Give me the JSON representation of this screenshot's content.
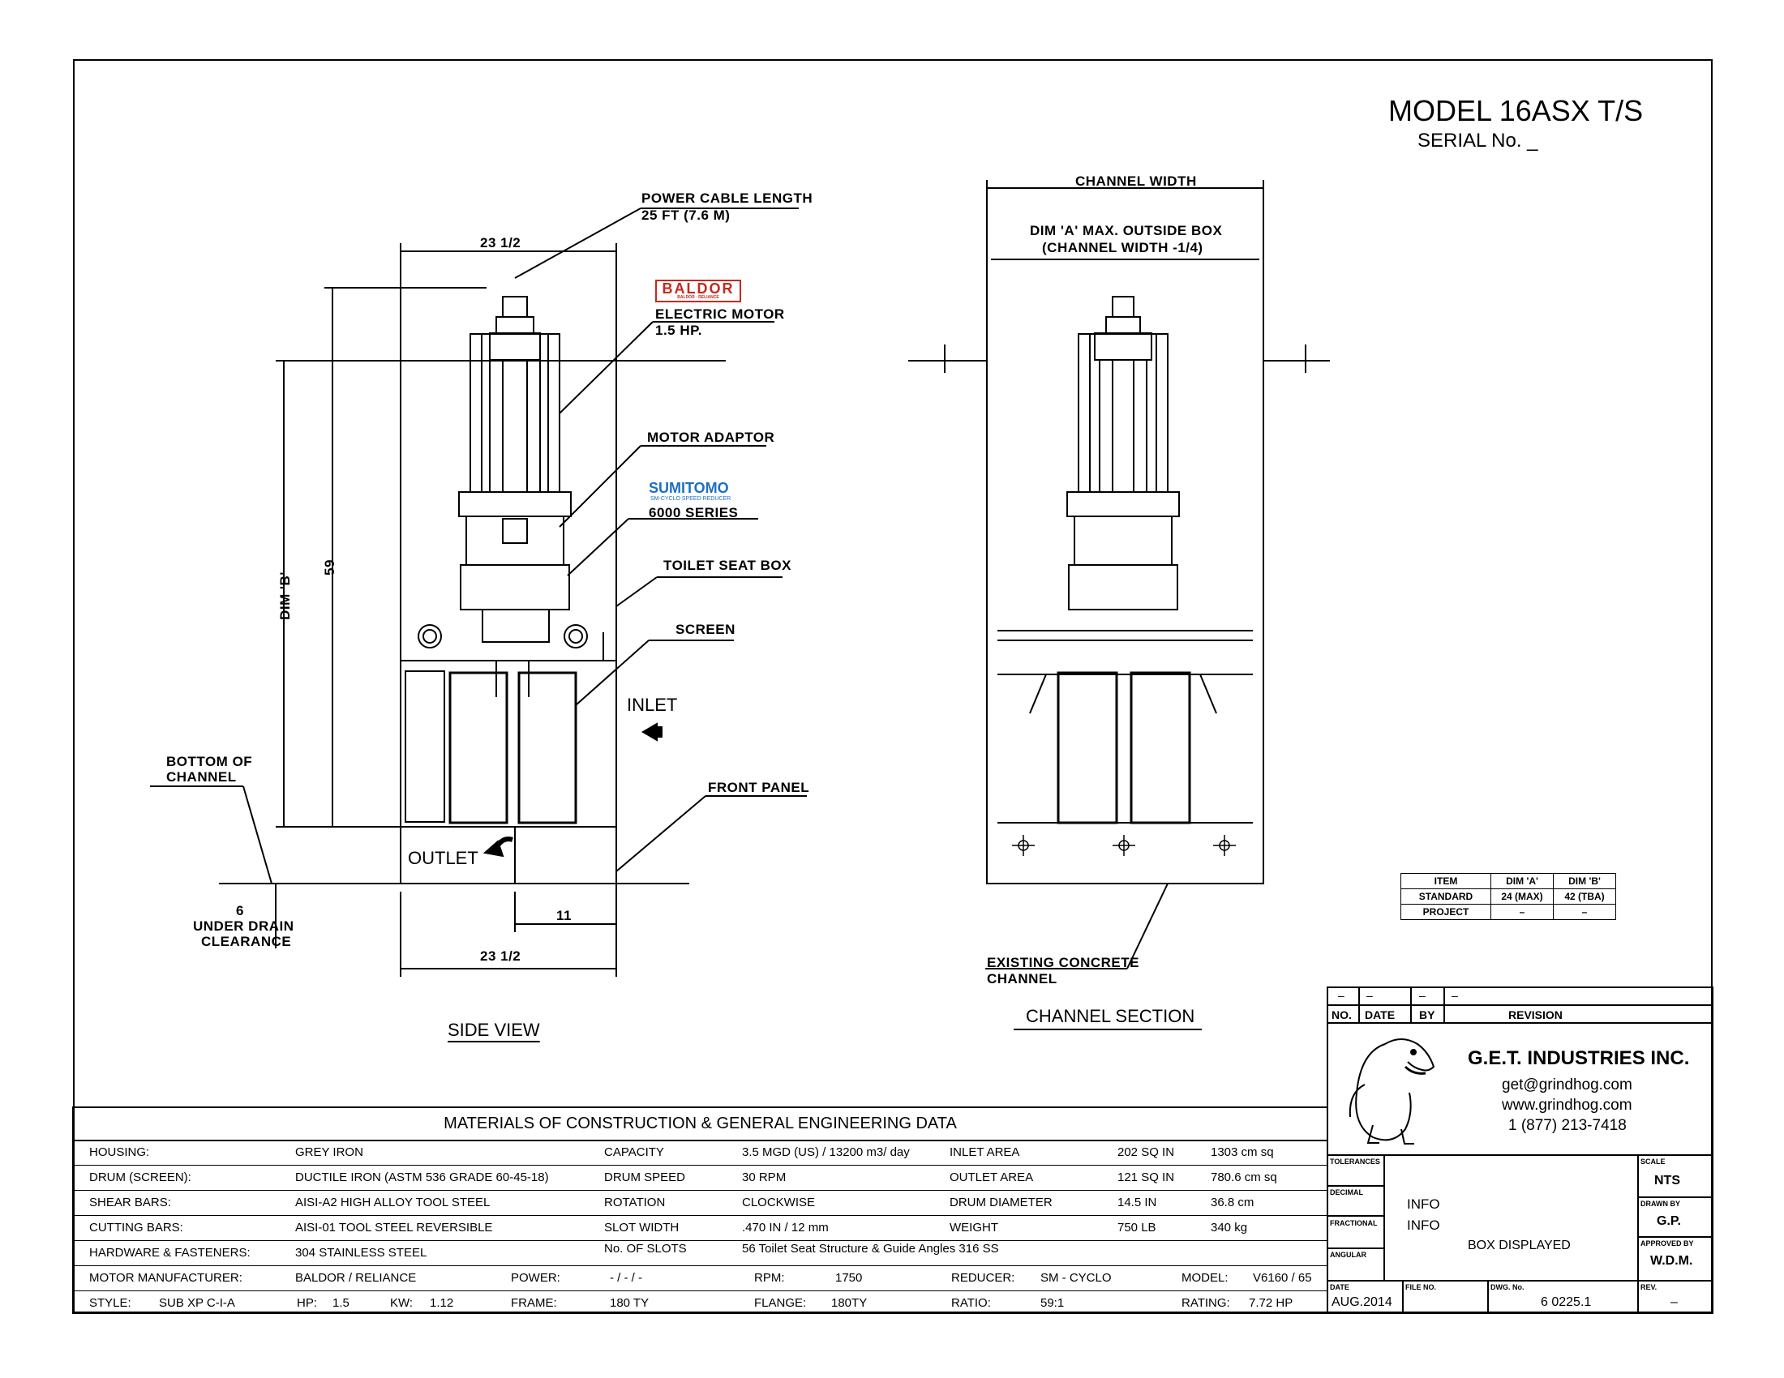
{
  "header": {
    "model": "MODEL 16ASX T/S",
    "serial": "SERIAL No. _"
  },
  "side_view": {
    "title": "SIDE VIEW",
    "power_cable": [
      "POWER CABLE LENGTH",
      "25 FT (7.6 M)"
    ],
    "baldor_logo": "BALDOR",
    "baldor_sub": "BALDOR · RELIANCE",
    "electric_motor": [
      "ELECTRIC MOTOR",
      "1.5 HP."
    ],
    "motor_adaptor": "MOTOR ADAPTOR",
    "sumitomo_logo": "SUMITOMO",
    "sumitomo_sub": "SM-CYCLO SPEED REDUCER",
    "series": "6000 SERIES",
    "toilet_seat_box": "TOILET SEAT BOX",
    "screen": "SCREEN",
    "inlet": "INLET",
    "outlet": "OUTLET",
    "front_panel": "FRONT PANEL",
    "bottom_channel": [
      "BOTTOM OF",
      "CHANNEL"
    ],
    "under_drain": [
      "6",
      "UNDER DRAIN",
      "CLEARANCE"
    ],
    "dim_top": "23 1/2",
    "dim_bottom": "23 1/2",
    "dim_11": "11",
    "dim_59": "59",
    "dim_b": "DIM 'B'"
  },
  "channel_section": {
    "title": "CHANNEL SECTION",
    "channel_width": "CHANNEL WIDTH",
    "dim_a": [
      "DIM 'A' MAX. OUTSIDE BOX",
      "(CHANNEL WIDTH -1/4)"
    ],
    "concrete": [
      "EXISTING CONCRETE",
      "CHANNEL"
    ]
  },
  "dim_table": {
    "headers": [
      "ITEM",
      "DIM 'A'",
      "DIM 'B'"
    ],
    "rows": [
      [
        "STANDARD",
        "24 (MAX)",
        "42 (TBA)"
      ],
      [
        "PROJECT",
        "–",
        "–"
      ]
    ]
  },
  "materials": {
    "title": "MATERIALS OF CONSTRUCTION & GENERAL ENGINEERING DATA",
    "rows": [
      [
        "HOUSING:",
        "GREY IRON",
        "CAPACITY",
        "3.5 MGD (US)  / 13200 m3/ day",
        "INLET  AREA",
        "202 SQ IN",
        "1303 cm sq"
      ],
      [
        "DRUM (SCREEN):",
        "DUCTILE IRON (ASTM 536 GRADE 60-45-18)",
        "DRUM  SPEED",
        "30 RPM",
        "OUTLET  AREA",
        "121 SQ IN",
        "780.6 cm sq"
      ],
      [
        "SHEAR BARS:",
        "AISI-A2 HIGH ALLOY TOOL STEEL",
        "ROTATION",
        "CLOCKWISE",
        "DRUM  DIAMETER",
        "14.5 IN",
        "36.8 cm"
      ],
      [
        "CUTTING BARS:",
        "AISI-01 TOOL STEEL REVERSIBLE",
        "SLOT  WIDTH",
        ".470 IN /  12 mm",
        "WEIGHT",
        "750 LB",
        "340 kg"
      ],
      [
        "HARDWARE & FASTENERS:",
        "304 STAINLESS STEEL",
        "No. OF SLOTS",
        "56    Toilet Seat Structure & Guide Angles 316 SS",
        "",
        "",
        ""
      ]
    ],
    "motor_row": [
      "MOTOR MANUFACTURER:",
      "BALDOR / RELIANCE",
      "POWER:",
      "- / - / -",
      "RPM:",
      "1750",
      "REDUCER:",
      "SM - CYCLO",
      "MODEL:",
      "V6160 / 65"
    ],
    "style_row": [
      "STYLE:",
      "SUB XP C-I-A",
      "HP:",
      "1.5",
      "KW:",
      "1.12",
      "FRAME:",
      "180 TY",
      "FLANGE:",
      "180TY",
      "RATIO:",
      "59:1",
      "RATING:",
      "7.72 HP"
    ]
  },
  "revision": {
    "marks": [
      "–",
      "–",
      "–",
      "–"
    ],
    "headers": [
      "NO.",
      "DATE",
      "BY",
      "REVISION"
    ]
  },
  "company": {
    "name": "G.E.T. INDUSTRIES INC.",
    "email": "get@grindhog.com",
    "web": "www.grindhog.com",
    "phone": "1 (877) 213-7418"
  },
  "title_block": {
    "tolerances": "TOLERANCES",
    "decimal": "DECIMAL",
    "fractional": "FRACTIONAL",
    "angular": "ANGULAR",
    "info1": "INFO",
    "info2": "INFO",
    "box_displayed": "BOX DISPLAYED",
    "scale_lbl": "SCALE",
    "scale": "NTS",
    "drawn_lbl": "DRAWN BY",
    "drawn": "G.P.",
    "approved_lbl": "APPROVED BY",
    "approved": "W.D.M.",
    "date_lbl": "DATE",
    "date": "AUG.2014",
    "file_lbl": "FILE NO.",
    "dwg_lbl": "DWG. No.",
    "dwg": "6 0225.1",
    "rev_lbl": "REV.",
    "rev": "–"
  },
  "colors": {
    "baldor_red": "#c8281e",
    "sumitomo_blue": "#1d6fc2"
  }
}
